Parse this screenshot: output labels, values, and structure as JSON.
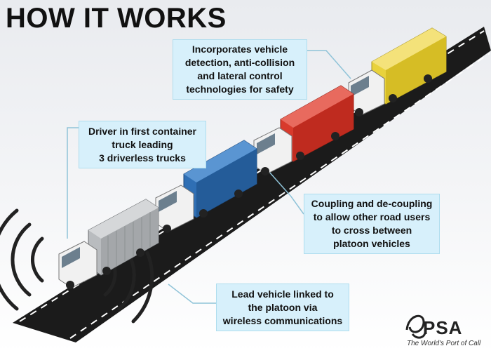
{
  "title": "HOW IT WORKS",
  "callouts": {
    "safety": [
      "Incorporates vehicle",
      "detection, anti-collision",
      "and lateral control",
      "technologies for safety"
    ],
    "driver": [
      "Driver in first container",
      "truck leading",
      "3 driverless trucks"
    ],
    "coupling": [
      "Coupling and de-coupling",
      "to allow other road users",
      "to cross between",
      "platoon vehicles"
    ],
    "wireless": [
      "Lead vehicle linked to",
      "the platoon via",
      "wireless communications"
    ]
  },
  "logo": {
    "name": "PSA",
    "tagline": "The World's Port of Call"
  },
  "colors": {
    "callout_fill": "#d7f0fb",
    "road": "#1b1b1b",
    "container_grey": "#b9bcbf",
    "container_blue": "#2f6fb4",
    "container_red": "#d83a2c",
    "container_yellow": "#e9d23c",
    "leader_line": "#8fc3d8"
  },
  "trucks": [
    {
      "position": "lead",
      "container": "grey"
    },
    {
      "position": "second",
      "container": "blue"
    },
    {
      "position": "third",
      "container": "red"
    },
    {
      "position": "fourth",
      "container": "yellow"
    }
  ]
}
